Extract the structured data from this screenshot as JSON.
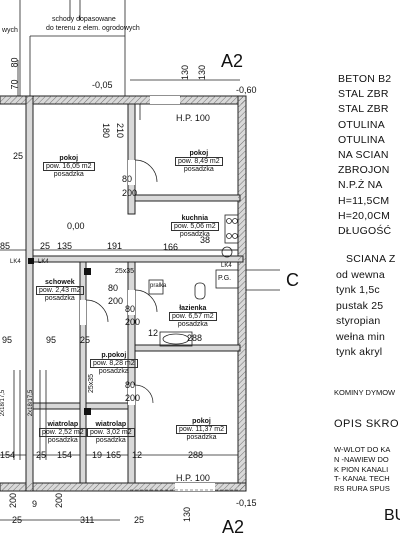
{
  "top_note": {
    "line1": "schody dopasowane",
    "line2": "do terenu z elem. ogrodowych"
  },
  "top_left_word": "wych",
  "axis_labels": {
    "a2_top": "A2",
    "a2_bottom": "A2",
    "c": "C"
  },
  "levels": {
    "lvl_a": "-0,05",
    "lvl_b": "-0,60",
    "lvl_c": "0,00",
    "lvl_d": "-0,15"
  },
  "windows": {
    "hp_top": "H.P. 100",
    "hp_bottom": "H.P. 100"
  },
  "dims_top": {
    "d130a": "130",
    "d130b": "130",
    "d70": "70",
    "d80": "80",
    "d25a": "25",
    "d180": "180",
    "d210": "210"
  },
  "dims_mid": {
    "d25": "25",
    "d135": "135",
    "d191": "191",
    "d166": "166",
    "d38": "38",
    "d85": "85",
    "d80a": "80",
    "d200a": "200",
    "d80b": "80",
    "d200b": "200",
    "d25x35": "25x35",
    "d80c": "80",
    "d200c": "200",
    "d12": "12",
    "d288a": "288",
    "d95a": "95",
    "d95b": "95",
    "d25c": "25",
    "d80d": "80",
    "d200d": "200",
    "d25x35b": "25x35",
    "d288b": "288"
  },
  "dims_bottom": {
    "d154": "154",
    "d25": "25",
    "d154b": "154",
    "d19": "19",
    "d165": "165",
    "d12": "12",
    "d311": "311",
    "d25b": "25",
    "d200a": "200",
    "d200b": "200",
    "d9": "9",
    "d130": "130",
    "d25c": "25"
  },
  "stairs_vert": {
    "l1": "2x18/17,5",
    "l2": "2x18/17,5"
  },
  "lk_tags": {
    "lk4a": "LK4",
    "lk4b": "LK4",
    "lk4c": "LK4"
  },
  "fixtures": {
    "pralka": "pralka",
    "pg": "P.G."
  },
  "rooms": [
    {
      "name": "pokoj",
      "area": "pow. 16,05 m2",
      "floor": "posadzka"
    },
    {
      "name": "pokoj",
      "area": "pow. 8,49 m2",
      "floor": "posadzka"
    },
    {
      "name": "kuchnia",
      "area": "pow. 5,06 m2",
      "floor": "posadzka"
    },
    {
      "name": "schowek",
      "area": "pow. 2,43 m2",
      "floor": "posadzka"
    },
    {
      "name": "łazienka",
      "area": "pow. 6,57 m2",
      "floor": "posadzka"
    },
    {
      "name": "p.pokoj",
      "area": "pow. 8,28 m2",
      "floor": "posadzka"
    },
    {
      "name": "wiatrolap",
      "area": "pow. 2,52 m2",
      "floor": "posadzka"
    },
    {
      "name": "wiatrolap",
      "area": "pow. 3,02 m2",
      "floor": "posadzka"
    },
    {
      "name": "pokoj",
      "area": "pow. 11,37 m2",
      "floor": "posadzka"
    }
  ],
  "legend_top": [
    "BETON B2",
    "STAL ZBR",
    "STAL ZBR",
    "OTULINA",
    "OTULINA",
    "NA SCIAN",
    "ZBROJON",
    "N.P.Ż  NA",
    "H=11,5CM",
    "H=20,0CM",
    "DŁUGOŚĆ"
  ],
  "legend_wall": [
    "SCIANA Z",
    "od wewna",
    "tynk 1,5c",
    "pustak 25",
    "styropian",
    "wełna min",
    "tynk akryl"
  ],
  "chimney_title": "KOMINY DYMOW",
  "opis_title": "OPIS SKRO",
  "opis_lines": [
    "W-WLOT DO KA",
    "N -NAWIEW DO",
    "K PION KANALI",
    "T- KANAŁ TECH",
    "RS RURA SPUS"
  ],
  "bottom_right": "BU"
}
